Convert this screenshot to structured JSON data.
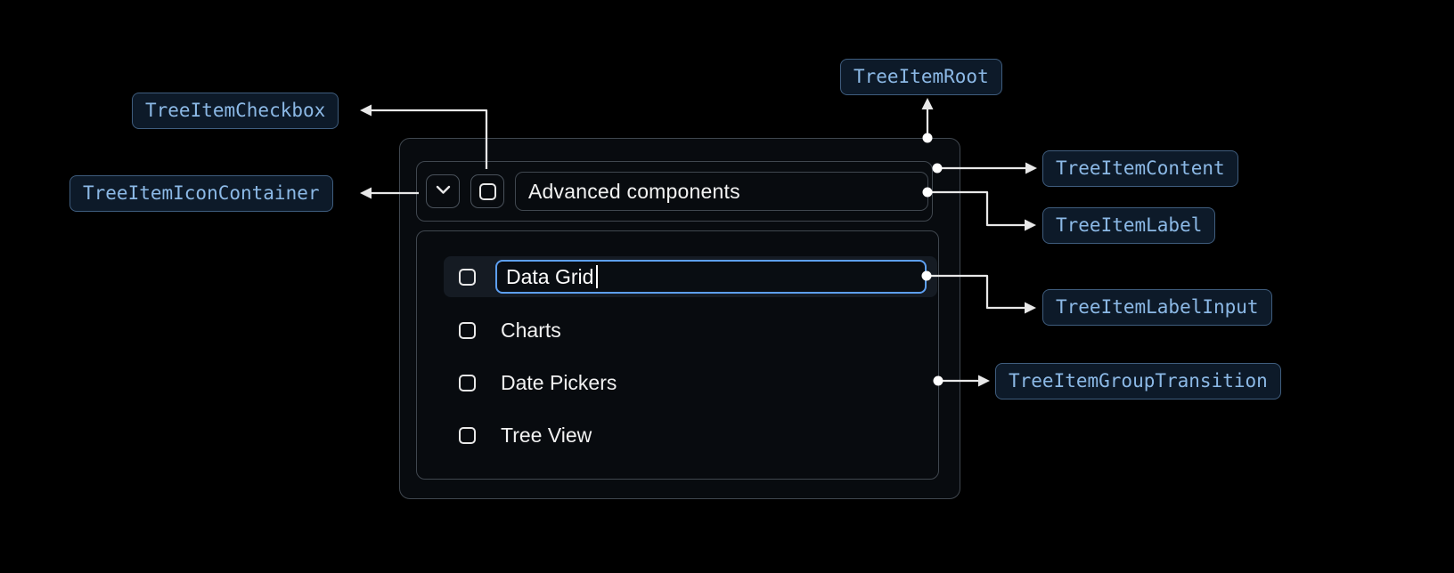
{
  "colors": {
    "background": "#000000",
    "box_border": "#40474f",
    "pill_background": "#0d1a29",
    "pill_border": "#3f5d7e",
    "pill_text": "#8cb9e6",
    "component_text": "#f2f2f2",
    "input_focus_border": "#5d9ff1",
    "row_highlight": "#151b23",
    "connector": "#e8e8e8"
  },
  "callouts": {
    "root": "TreeItemRoot",
    "checkbox": "TreeItemCheckbox",
    "icon_container": "TreeItemIconContainer",
    "content": "TreeItemContent",
    "label": "TreeItemLabel",
    "label_input": "TreeItemLabelInput",
    "group_transition": "TreeItemGroupTransition"
  },
  "tree": {
    "parent_label": "Advanced components",
    "children": [
      {
        "label": "Data Grid",
        "state": "editing"
      },
      {
        "label": "Charts"
      },
      {
        "label": "Date Pickers"
      },
      {
        "label": "Tree View"
      }
    ]
  }
}
